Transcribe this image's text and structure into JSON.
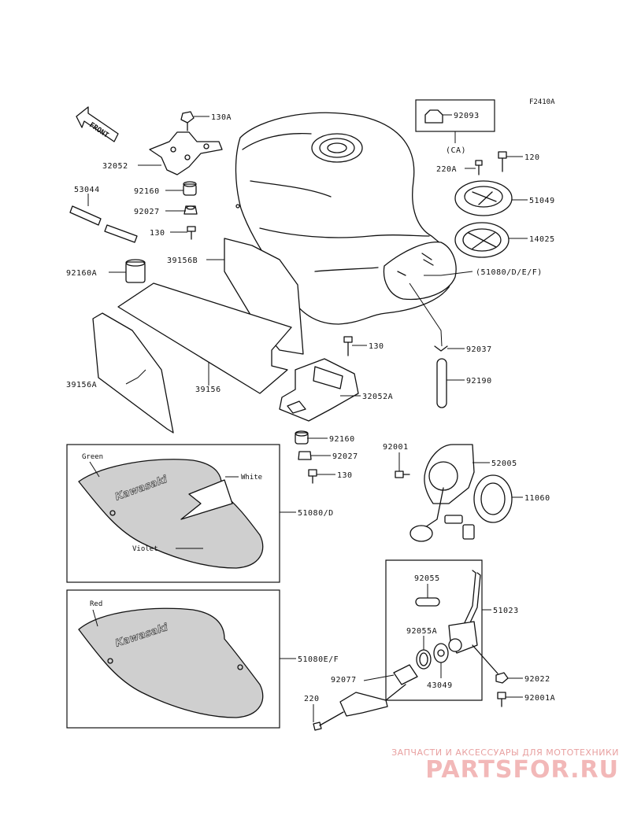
{
  "diagram_code": "F2410A",
  "front_arrow": "FRONT",
  "labels": {
    "p130A": "130A",
    "p32052": "32052",
    "p92160": "92160",
    "p92027": "92027",
    "p130_top": "130",
    "p53044": "53044",
    "p92160A": "92160A",
    "p39156B": "39156B",
    "p39156A": "39156A",
    "p39156": "39156",
    "p130_mid": "130",
    "p32052A": "32052A",
    "p92160_b": "92160",
    "p92027_b": "92027",
    "p130_b": "130",
    "p92093": "92093",
    "ca": "(CA)",
    "p220A": "220A",
    "p120": "120",
    "p51049": "51049",
    "p14025": "14025",
    "p51080DEF": "(51080/D/E/F)",
    "p92037": "92037",
    "p92190": "92190",
    "p92001": "92001",
    "p52005": "52005",
    "p11060": "11060",
    "p51080D": "51080/D",
    "p51080EF": "51080E/F",
    "p92055": "92055",
    "p51023": "51023",
    "p92055A": "92055A",
    "p43049": "43049",
    "p92077": "92077",
    "p92022": "92022",
    "p220": "220",
    "p92001A": "92001A"
  },
  "colors_box1": {
    "green": "Green",
    "white": "White",
    "violet": "Violet",
    "brand": "Kawasaki"
  },
  "colors_box2": {
    "red": "Red",
    "brand": "Kawasaki"
  },
  "watermark": {
    "line1": "ЗАПЧАСТИ И АКСЕССУАРЫ ДЛЯ МОТОТЕХНИКИ",
    "line2": "PARTSFOR.RU"
  }
}
